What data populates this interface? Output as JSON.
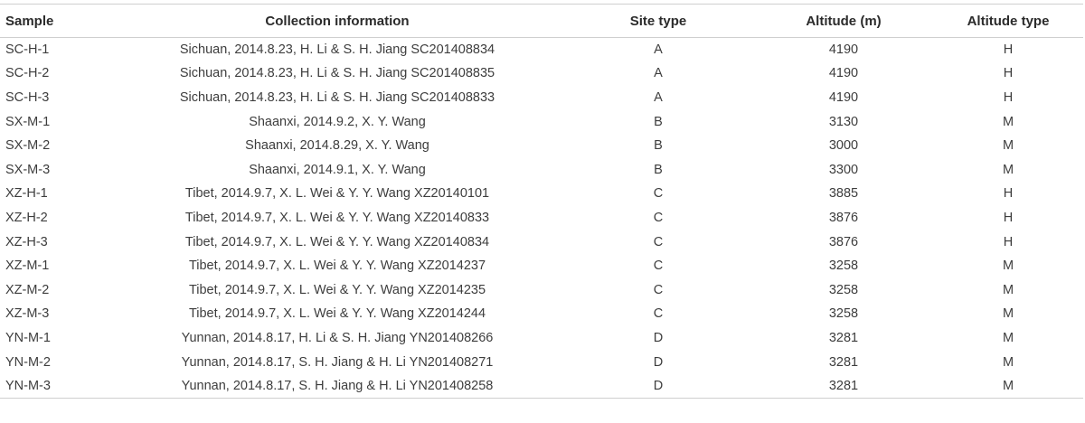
{
  "table": {
    "headers": {
      "sample": "Sample",
      "collection": "Collection information",
      "site_type": "Site type",
      "altitude": "Altitude (m)",
      "altitude_type": "Altitude type"
    },
    "rows": [
      {
        "sample": "SC-H-1",
        "collection": "Sichuan, 2014.8.23, H. Li & S. H. Jiang SC201408834",
        "site_type": "A",
        "altitude": "4190",
        "altitude_type": "H"
      },
      {
        "sample": "SC-H-2",
        "collection": "Sichuan, 2014.8.23, H. Li & S. H. Jiang SC201408835",
        "site_type": "A",
        "altitude": "4190",
        "altitude_type": "H"
      },
      {
        "sample": "SC-H-3",
        "collection": "Sichuan, 2014.8.23, H. Li & S. H. Jiang SC201408833",
        "site_type": "A",
        "altitude": "4190",
        "altitude_type": "H"
      },
      {
        "sample": "SX-M-1",
        "collection": "Shaanxi, 2014.9.2, X. Y. Wang",
        "site_type": "B",
        "altitude": "3130",
        "altitude_type": "M"
      },
      {
        "sample": "SX-M-2",
        "collection": "Shaanxi, 2014.8.29, X. Y. Wang",
        "site_type": "B",
        "altitude": "3000",
        "altitude_type": "M"
      },
      {
        "sample": "SX-M-3",
        "collection": "Shaanxi, 2014.9.1, X. Y. Wang",
        "site_type": "B",
        "altitude": "3300",
        "altitude_type": "M"
      },
      {
        "sample": "XZ-H-1",
        "collection": "Tibet, 2014.9.7, X. L. Wei & Y. Y. Wang XZ20140101",
        "site_type": "C",
        "altitude": "3885",
        "altitude_type": "H"
      },
      {
        "sample": "XZ-H-2",
        "collection": "Tibet, 2014.9.7, X. L. Wei & Y. Y. Wang XZ20140833",
        "site_type": "C",
        "altitude": "3876",
        "altitude_type": "H"
      },
      {
        "sample": "XZ-H-3",
        "collection": "Tibet, 2014.9.7, X. L. Wei & Y. Y. Wang XZ20140834",
        "site_type": "C",
        "altitude": "3876",
        "altitude_type": "H"
      },
      {
        "sample": "XZ-M-1",
        "collection": "Tibet, 2014.9.7, X. L. Wei & Y. Y. Wang XZ2014237",
        "site_type": "C",
        "altitude": "3258",
        "altitude_type": "M"
      },
      {
        "sample": "XZ-M-2",
        "collection": "Tibet, 2014.9.7, X. L. Wei & Y. Y. Wang XZ2014235",
        "site_type": "C",
        "altitude": "3258",
        "altitude_type": "M"
      },
      {
        "sample": "XZ-M-3",
        "collection": "Tibet, 2014.9.7, X. L. Wei & Y. Y. Wang XZ2014244",
        "site_type": "C",
        "altitude": "3258",
        "altitude_type": "M"
      },
      {
        "sample": "YN-M-1",
        "collection": "Yunnan, 2014.8.17, H. Li & S. H. Jiang YN201408266",
        "site_type": "D",
        "altitude": "3281",
        "altitude_type": "M"
      },
      {
        "sample": "YN-M-2",
        "collection": "Yunnan, 2014.8.17, S. H. Jiang & H. Li YN201408271",
        "site_type": "D",
        "altitude": "3281",
        "altitude_type": "M"
      },
      {
        "sample": "YN-M-3",
        "collection": "Yunnan, 2014.8.17, S. H. Jiang & H. Li YN201408258",
        "site_type": "D",
        "altitude": "3281",
        "altitude_type": "M"
      }
    ]
  }
}
